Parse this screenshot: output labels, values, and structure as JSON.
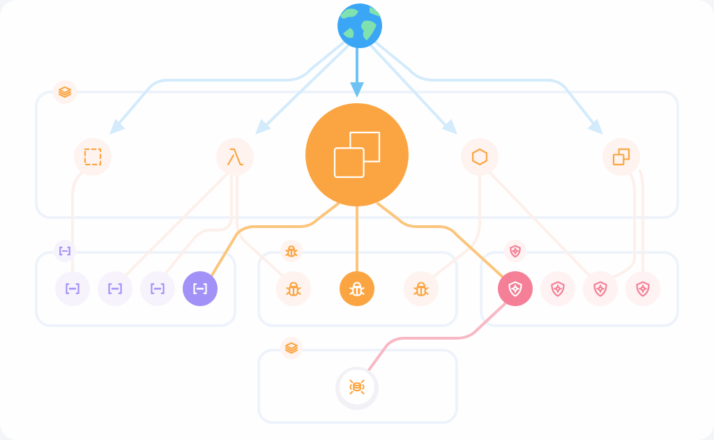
{
  "colors": {
    "group_border": "#eef3fb",
    "arrow_light": "#d3ebfb",
    "arrow_main": "#6fc3f4",
    "edge_faint": "#fdf0ea",
    "edge_active": "#fcc57c",
    "edge_pink": "#f9b7c4",
    "orange": "#fba542",
    "orange_soft": "#fef3ee",
    "purple": "#a292f7",
    "purple_soft": "#f7f3fc",
    "pink": "#f47f96",
    "pink_soft": "#fef2f2",
    "globe_water": "#3aa6f5",
    "globe_land": "#7fe0b0"
  },
  "nodes": {
    "root": {
      "icon": "globe-icon"
    },
    "top": [
      {
        "icon": "dashed-square-icon"
      },
      {
        "icon": "lambda-icon"
      },
      {
        "icon": "copy-icon",
        "active": true
      },
      {
        "icon": "hexagon-icon"
      },
      {
        "icon": "copy-icon"
      }
    ],
    "groups": [
      {
        "badge": "layers-icon"
      },
      {
        "badge": "brackets-icon",
        "items": [
          "brackets-icon",
          "brackets-icon",
          "brackets-icon",
          "brackets-icon"
        ],
        "active_index": 3
      },
      {
        "badge": "bug-icon",
        "items": [
          "bug-icon",
          "bug-icon",
          "bug-icon"
        ],
        "active_index": 1
      },
      {
        "badge": "shield-icon",
        "items": [
          "shield-icon",
          "shield-icon",
          "shield-icon",
          "shield-icon"
        ],
        "active_index": 0
      },
      {
        "badge": "layers-icon",
        "items": [
          "database-icon"
        ]
      }
    ]
  }
}
